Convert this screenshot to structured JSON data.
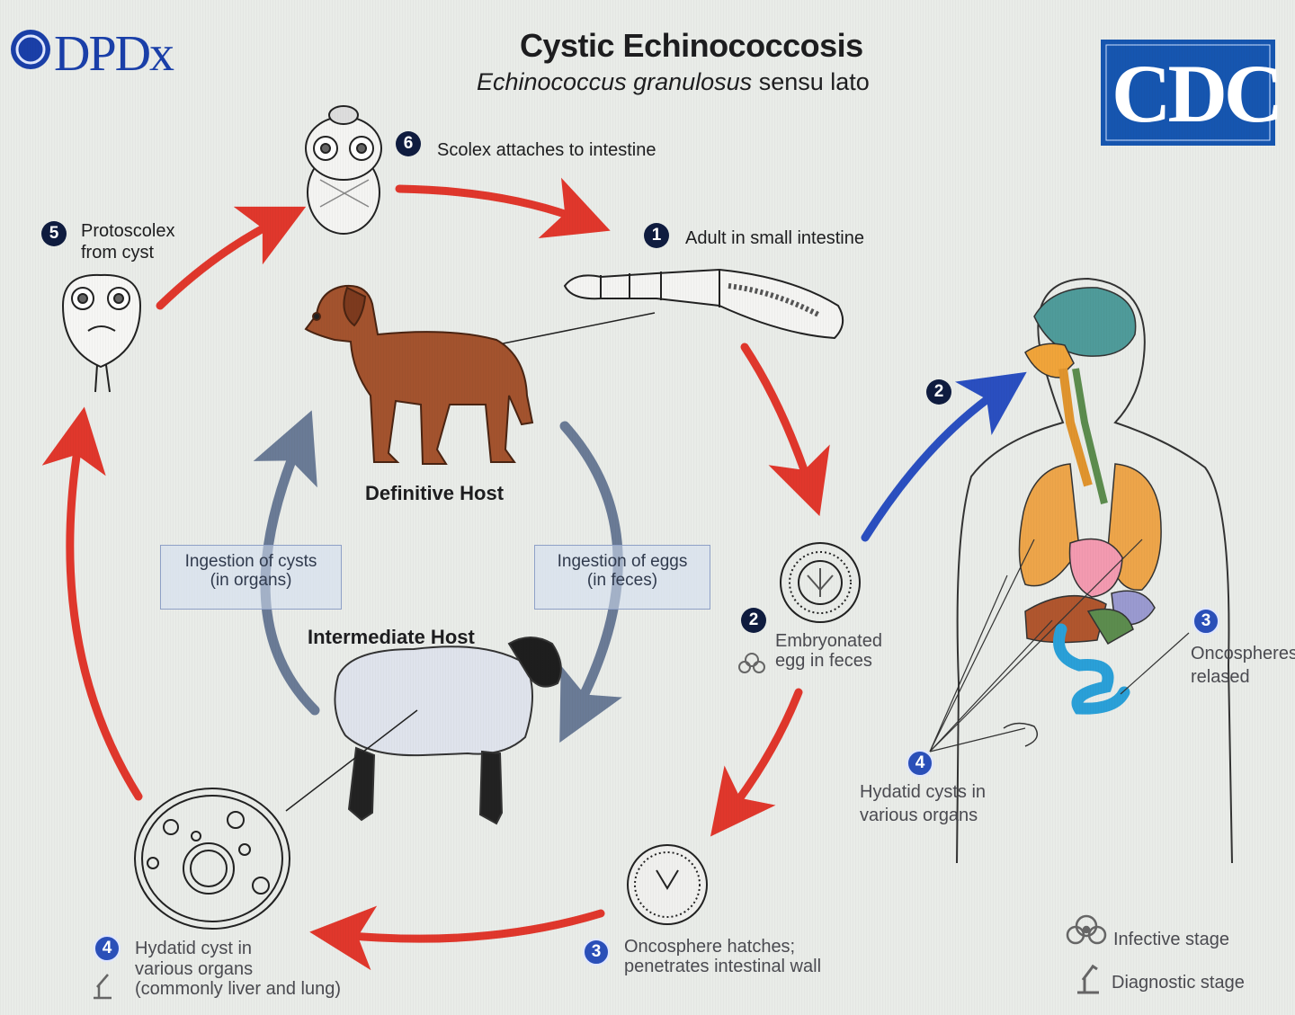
{
  "header": {
    "dpdx_logo": "DPDx",
    "cdc_logo": "CDC",
    "title": "Cystic Echinococcosis",
    "subtitle_italic": "Echinococcus granulosus",
    "subtitle_rest": " sensu lato"
  },
  "stages": {
    "s1": {
      "num": "1",
      "label": "Adult in small intestine"
    },
    "s2": {
      "num": "2",
      "line1": "Embryonated",
      "line2": "egg in feces"
    },
    "s2_human": {
      "num": "2"
    },
    "s3": {
      "num": "3",
      "line1": "Oncosphere hatches;",
      "line2": "penetrates intestinal wall"
    },
    "s3_human": {
      "num": "3",
      "line1": "Oncospheres",
      "line2": "relased"
    },
    "s4": {
      "num": "4",
      "line1": "Hydatid cyst in",
      "line2": "various organs",
      "line3": "(commonly liver and lung)"
    },
    "s4_human": {
      "num": "4",
      "line1": "Hydatid cysts in",
      "line2": "various organs"
    },
    "s5": {
      "num": "5",
      "line1": "Protoscolex",
      "line2": "from cyst"
    },
    "s6": {
      "num": "6",
      "label": "Scolex attaches to intestine"
    }
  },
  "hosts": {
    "definitive": "Definitive Host",
    "intermediate": "Intermediate Host"
  },
  "boxes": {
    "cysts_line1": "Ingestion of cysts",
    "cysts_line2": "(in organs)",
    "eggs_line1": "Ingestion of eggs",
    "eggs_line2": "(in feces)"
  },
  "legend": {
    "infective": "Infective stage",
    "diagnostic": "Diagnostic stage"
  },
  "colors": {
    "red_arrow": "#e0372c",
    "blue_arrow": "#2a4fc0",
    "gray_arrow": "#5d6f8e",
    "dog": "#a3532e",
    "cdc_blue": "#1656b0"
  },
  "icons": [
    "biohazard-icon",
    "microscope-icon"
  ]
}
